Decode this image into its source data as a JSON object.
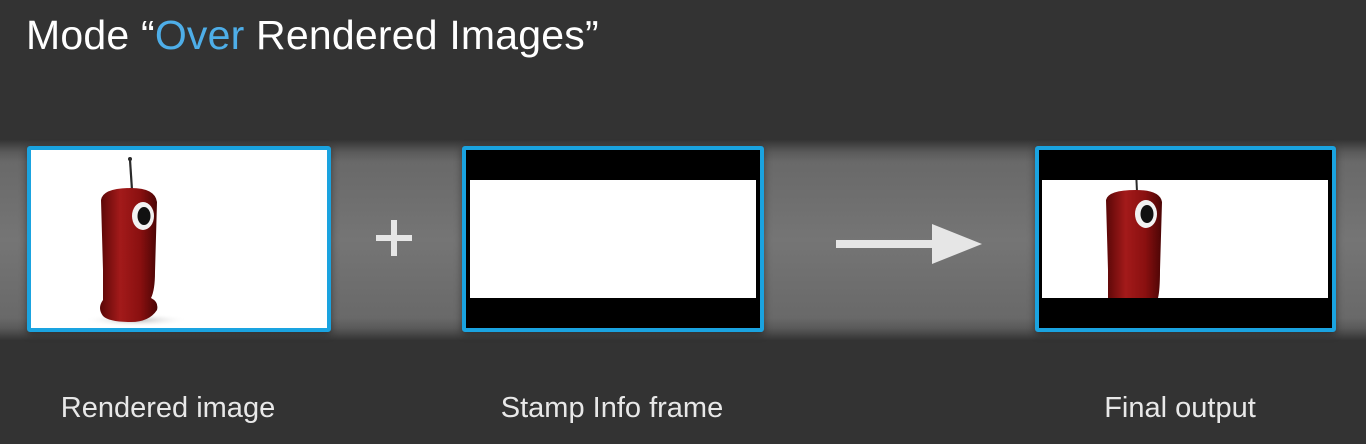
{
  "title": {
    "prefix": "Mode “",
    "accent": "Over",
    "suffix": " Rendered Images”",
    "accent_color": "#4eaee8"
  },
  "colors": {
    "background": "#333333",
    "frame_border": "#1aa3e0",
    "character_body": "#8e1010"
  },
  "operators": {
    "plus_icon": "plus-icon",
    "arrow_icon": "arrow-right-icon"
  },
  "captions": {
    "rendered": "Rendered image",
    "stamp": "Stamp Info frame",
    "final": "Final output"
  }
}
